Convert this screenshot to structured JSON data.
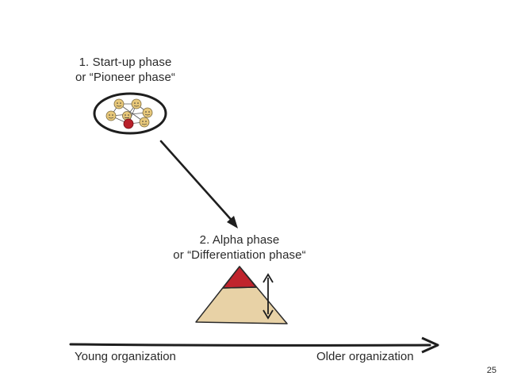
{
  "phase1": {
    "line1": "1. Start-up phase",
    "line2": "or “Pioneer phase“"
  },
  "phase2": {
    "line1": "2. Alpha phase",
    "line2": "or “Differentiation phase“"
  },
  "axis": {
    "left_label": "Young organization",
    "right_label": "Older organization"
  },
  "page_number": "25",
  "colors": {
    "ink": "#1e1e1e",
    "face_yellow": "#e8c87a",
    "face_red": "#b8202a",
    "pyramid_base": "#e8d2a6",
    "pyramid_top": "#c0242d"
  }
}
